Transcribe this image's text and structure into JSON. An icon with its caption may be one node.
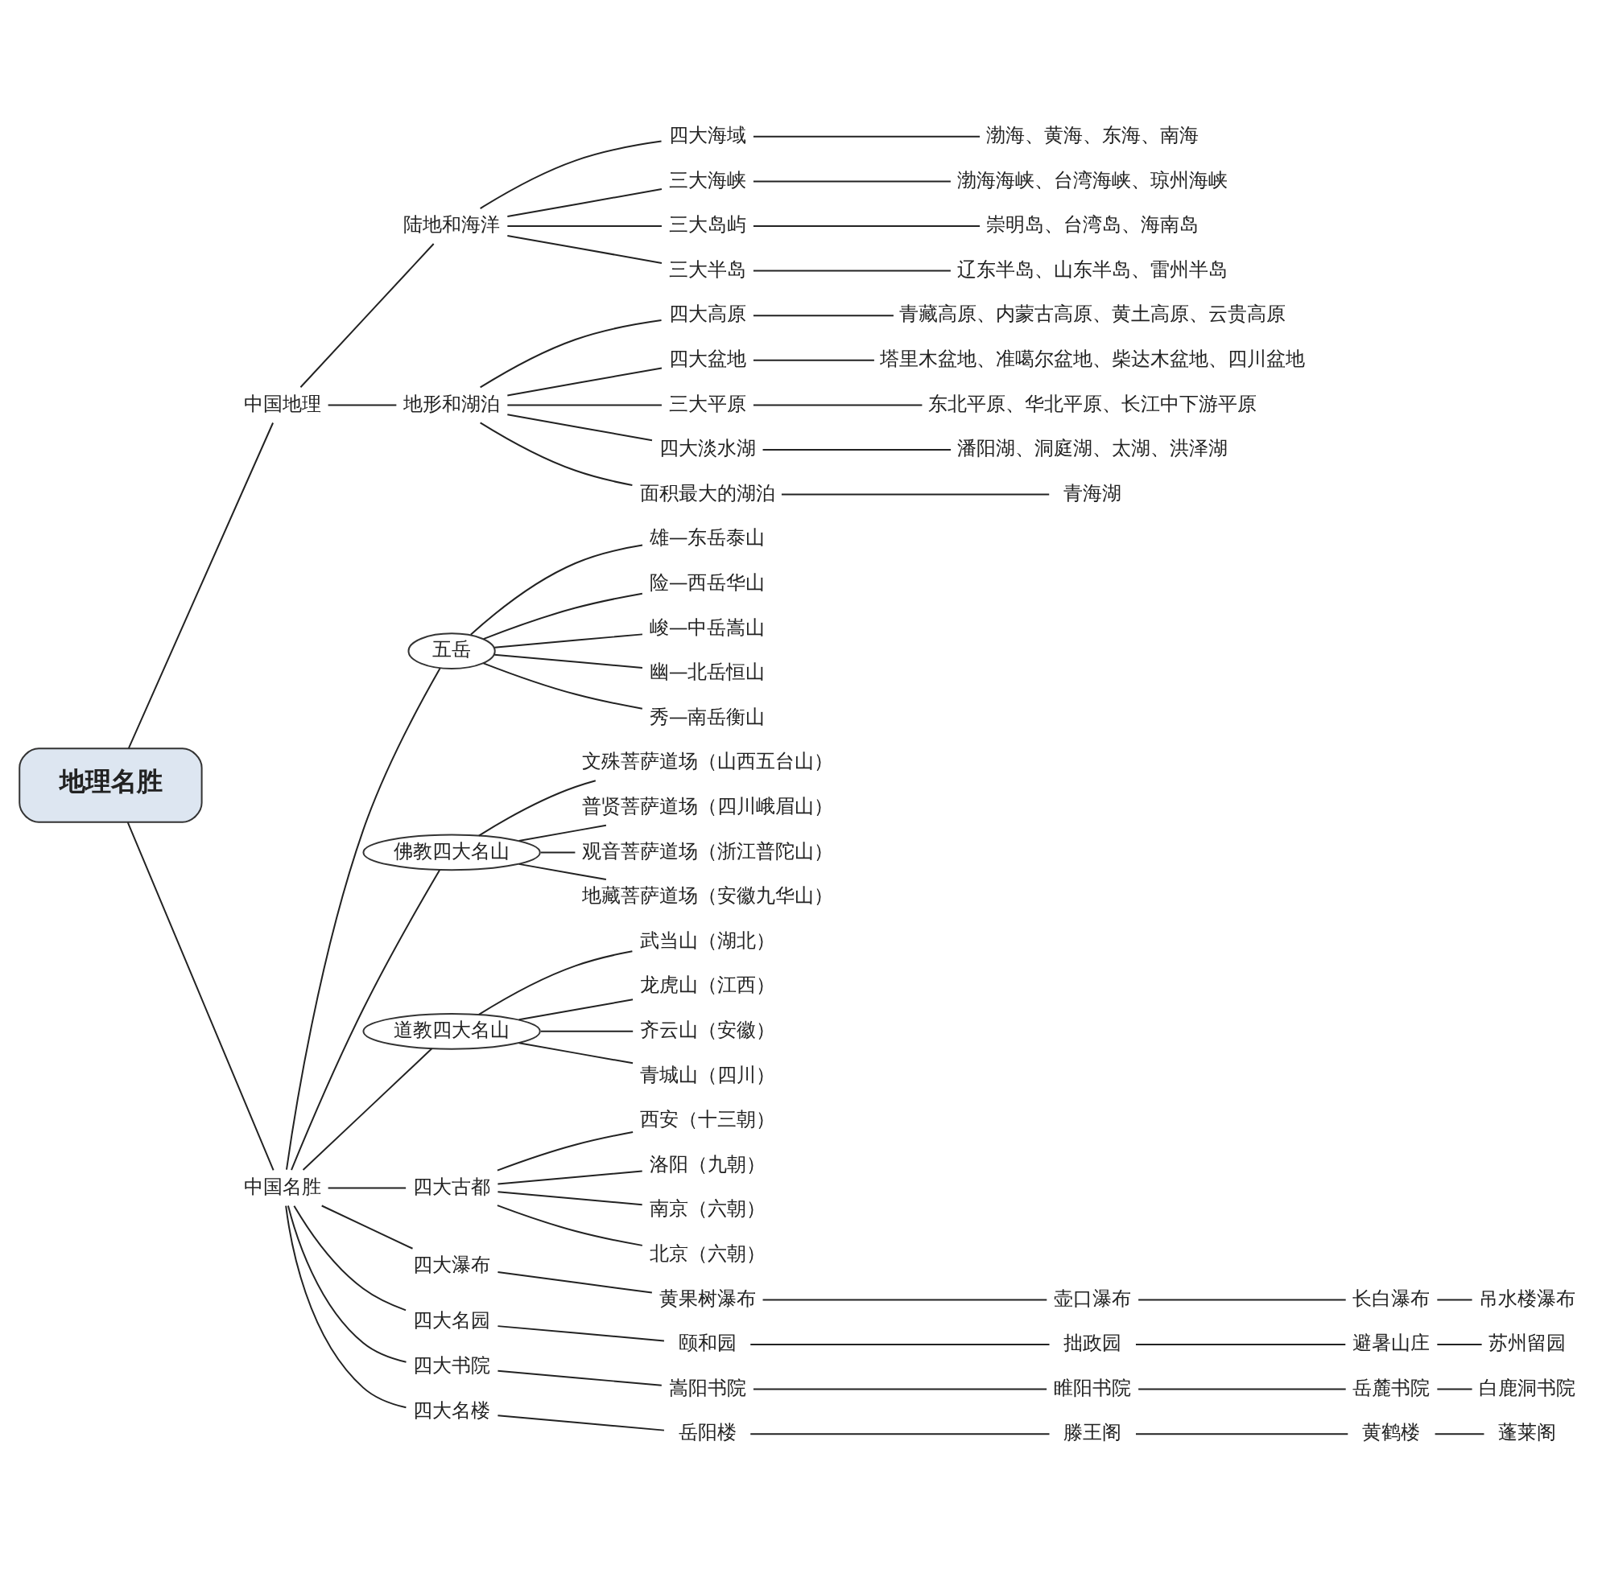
{
  "diagram": {
    "nodes": [
      {
        "text": [
          "地理名胜"
        ]
      },
      {
        "text": [
          "中国地理"
        ]
      },
      {
        "text": [
          "陆地和海洋"
        ]
      },
      {
        "text": [
          "四大海域"
        ]
      },
      {
        "text": [
          "渤海、黄海、东海、南海"
        ]
      },
      {
        "text": [
          "三大海峡"
        ]
      },
      {
        "text": [
          "渤海海峡、台湾海峡、琼州海峡"
        ]
      },
      {
        "text": [
          "三大岛屿"
        ]
      },
      {
        "text": [
          "崇明岛、台湾岛、海南岛"
        ]
      },
      {
        "text": [
          "三大半岛"
        ]
      },
      {
        "text": [
          "辽东半岛、山东半岛、雷州半岛"
        ]
      },
      {
        "text": [
          "地形和湖泊"
        ]
      },
      {
        "text": [
          "四大高原"
        ]
      },
      {
        "text": [
          "青藏高原、内蒙古高原、黄土高原、云贵高原"
        ]
      },
      {
        "text": [
          "四大盆地"
        ]
      },
      {
        "text": [
          "塔里木盆地、准噶尔盆地、柴达木盆地、四川盆地"
        ]
      },
      {
        "text": [
          "三大平原"
        ]
      },
      {
        "text": [
          "东北平原、华北平原、长江中下游平原"
        ]
      },
      {
        "text": [
          "四大淡水湖"
        ]
      },
      {
        "text": [
          "潘阳湖、洞庭湖、太湖、洪泽湖"
        ]
      },
      {
        "text": [
          "面积最大的湖泊"
        ]
      },
      {
        "text": [
          "青海湖"
        ]
      },
      {
        "text": [
          "中国名胜"
        ]
      },
      {
        "text": [
          "五岳"
        ]
      },
      {
        "text": [
          "雄—东岳泰山"
        ]
      },
      {
        "text": [
          "险—西岳华山"
        ]
      },
      {
        "text": [
          "峻—中岳嵩山"
        ]
      },
      {
        "text": [
          "幽—北岳恒山"
        ]
      },
      {
        "text": [
          "秀—南岳衡山"
        ]
      },
      {
        "text": [
          "佛教四大名山"
        ]
      },
      {
        "text": [
          "文殊菩萨道场（山西五台山）"
        ]
      },
      {
        "text": [
          "普贤菩萨道场（四川峨眉山）"
        ]
      },
      {
        "text": [
          "观音菩萨道场（浙江普陀山）"
        ]
      },
      {
        "text": [
          "地藏菩萨道场（安徽九华山）"
        ]
      },
      {
        "text": [
          "道教四大名山"
        ]
      },
      {
        "text": [
          "武当山（湖北）"
        ]
      },
      {
        "text": [
          "龙虎山（江西）"
        ]
      },
      {
        "text": [
          "齐云山（安徽）"
        ]
      },
      {
        "text": [
          "青城山（四川）"
        ]
      },
      {
        "text": [
          "四大古都"
        ]
      },
      {
        "text": [
          "西安（十三朝）"
        ]
      },
      {
        "text": [
          "洛阳（九朝）"
        ]
      },
      {
        "text": [
          "南京（六朝）"
        ]
      },
      {
        "text": [
          "北京（六朝）"
        ]
      },
      {
        "text": [
          "四大瀑布"
        ]
      },
      {
        "text": [
          "黄果树瀑布"
        ]
      },
      {
        "text": [
          "壶口瀑布"
        ]
      },
      {
        "text": [
          "长白瀑布"
        ]
      },
      {
        "text": [
          "吊水楼瀑布"
        ]
      },
      {
        "text": [
          "四大名园"
        ]
      },
      {
        "text": [
          "颐和园"
        ]
      },
      {
        "text": [
          "拙政园"
        ]
      },
      {
        "text": [
          "避暑山庄"
        ]
      },
      {
        "text": [
          "苏州留园"
        ]
      },
      {
        "text": [
          "四大书院"
        ]
      },
      {
        "text": [
          "嵩阳书院"
        ]
      },
      {
        "text": [
          "睢阳书院"
        ]
      },
      {
        "text": [
          "岳麓书院"
        ]
      },
      {
        "text": [
          "白鹿洞书院"
        ]
      },
      {
        "text": [
          "四大名楼"
        ]
      },
      {
        "text": [
          "岳阳楼"
        ]
      },
      {
        "text": [
          "滕王阁"
        ]
      },
      {
        "text": [
          "黄鹤楼"
        ]
      },
      {
        "text": [
          "蓬莱阁"
        ]
      }
    ],
    "edges": [
      {
        "from": 0,
        "to": 1,
        "arrow": "none"
      },
      {
        "from": 0,
        "to": 22,
        "arrow": "none"
      },
      {
        "from": 1,
        "to": 2,
        "arrow": "none"
      },
      {
        "from": 1,
        "to": 11,
        "arrow": "none"
      },
      {
        "from": 2,
        "to": 3,
        "arrow": "none"
      },
      {
        "from": 2,
        "to": 5,
        "arrow": "none"
      },
      {
        "from": 2,
        "to": 7,
        "arrow": "none"
      },
      {
        "from": 2,
        "to": 9,
        "arrow": "none"
      },
      {
        "from": 3,
        "to": 4,
        "arrow": "none"
      },
      {
        "from": 5,
        "to": 6,
        "arrow": "none"
      },
      {
        "from": 7,
        "to": 8,
        "arrow": "none"
      },
      {
        "from": 9,
        "to": 10,
        "arrow": "none"
      },
      {
        "from": 11,
        "to": 12,
        "arrow": "none"
      },
      {
        "from": 11,
        "to": 14,
        "arrow": "none"
      },
      {
        "from": 11,
        "to": 16,
        "arrow": "none"
      },
      {
        "from": 11,
        "to": 18,
        "arrow": "none"
      },
      {
        "from": 11,
        "to": 20,
        "arrow": "none"
      },
      {
        "from": 12,
        "to": 13,
        "arrow": "none"
      },
      {
        "from": 14,
        "to": 15,
        "arrow": "none"
      },
      {
        "from": 16,
        "to": 17,
        "arrow": "none"
      },
      {
        "from": 18,
        "to": 19,
        "arrow": "none"
      },
      {
        "from": 20,
        "to": 21,
        "arrow": "none"
      },
      {
        "from": 22,
        "to": 23,
        "arrow": "none"
      },
      {
        "from": 22,
        "to": 29,
        "arrow": "none"
      },
      {
        "from": 22,
        "to": 34,
        "arrow": "none"
      },
      {
        "from": 22,
        "to": 39,
        "arrow": "none"
      },
      {
        "from": 22,
        "to": 44,
        "arrow": "none"
      },
      {
        "from": 22,
        "to": 49,
        "arrow": "none"
      },
      {
        "from": 22,
        "to": 54,
        "arrow": "none"
      },
      {
        "from": 22,
        "to": 59,
        "arrow": "none"
      },
      {
        "from": 23,
        "to": 24,
        "arrow": "none"
      },
      {
        "from": 23,
        "to": 25,
        "arrow": "none"
      },
      {
        "from": 23,
        "to": 26,
        "arrow": "none"
      },
      {
        "from": 23,
        "to": 27,
        "arrow": "none"
      },
      {
        "from": 23,
        "to": 28,
        "arrow": "none"
      },
      {
        "from": 29,
        "to": 30,
        "arrow": "none"
      },
      {
        "from": 29,
        "to": 31,
        "arrow": "none"
      },
      {
        "from": 29,
        "to": 32,
        "arrow": "none"
      },
      {
        "from": 29,
        "to": 33,
        "arrow": "none"
      },
      {
        "from": 34,
        "to": 35,
        "arrow": "none"
      },
      {
        "from": 34,
        "to": 36,
        "arrow": "none"
      },
      {
        "from": 34,
        "to": 37,
        "arrow": "none"
      },
      {
        "from": 34,
        "to": 38,
        "arrow": "none"
      },
      {
        "from": 39,
        "to": 40,
        "arrow": "none"
      },
      {
        "from": 39,
        "to": 41,
        "arrow": "none"
      },
      {
        "from": 39,
        "to": 42,
        "arrow": "none"
      },
      {
        "from": 39,
        "to": 43,
        "arrow": "none"
      },
      {
        "from": 44,
        "to": 45,
        "arrow": "none"
      },
      {
        "from": 45,
        "to": 46,
        "arrow": "none"
      },
      {
        "from": 46,
        "to": 47,
        "arrow": "none"
      },
      {
        "from": 47,
        "to": 48,
        "arrow": "none"
      },
      {
        "from": 49,
        "to": 50,
        "arrow": "none"
      },
      {
        "from": 50,
        "to": 51,
        "arrow": "none"
      },
      {
        "from": 51,
        "to": 52,
        "arrow": "none"
      },
      {
        "from": 52,
        "to": 53,
        "arrow": "none"
      },
      {
        "from": 54,
        "to": 55,
        "arrow": "none"
      },
      {
        "from": 55,
        "to": 56,
        "arrow": "none"
      },
      {
        "from": 56,
        "to": 57,
        "arrow": "none"
      },
      {
        "from": 57,
        "to": 58,
        "arrow": "none"
      },
      {
        "from": 59,
        "to": 60,
        "arrow": "none"
      },
      {
        "from": 60,
        "to": 61,
        "arrow": "none"
      },
      {
        "from": 61,
        "to": 62,
        "arrow": "none"
      },
      {
        "from": 62,
        "to": 63,
        "arrow": "none"
      }
    ]
  }
}
